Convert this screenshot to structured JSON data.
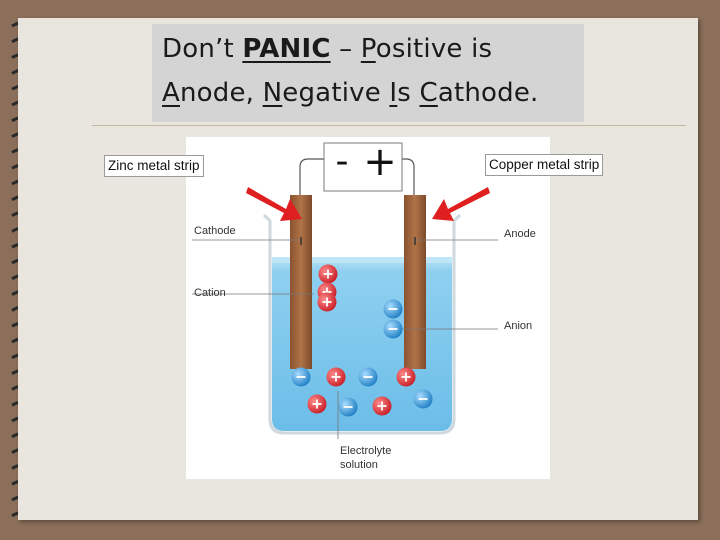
{
  "title": {
    "line1": {
      "a": "Don’t ",
      "b": "PANIC",
      "c": " – ",
      "d": "P",
      "e": "ositive is"
    },
    "line2": {
      "a": "A",
      "b": "node, ",
      "c": "N",
      "d": "egative ",
      "e": "I",
      "f": "s ",
      "g": "C",
      "h": "athode."
    }
  },
  "labels": {
    "zinc": "Zinc metal strip",
    "copper": "Copper metal strip"
  },
  "diagram": {
    "terminal_negative": "-",
    "terminal_positive": "+",
    "cathode": "Cathode",
    "cation": "Cation",
    "anode": "Anode",
    "anion": "Anion",
    "electrolyte_line1": "Electrolyte",
    "electrolyte_line2": "solution"
  },
  "colors": {
    "electrode": "#a0663c",
    "solution": "#7fc7ec",
    "cation": "#e0373c",
    "anion": "#3a9bdc",
    "arrow": "#e02020",
    "background": "#8b6f5a",
    "paper": "#e9e6df"
  },
  "icons": [
    "cation-ion-icon",
    "anion-ion-icon",
    "red-arrow-icon"
  ]
}
